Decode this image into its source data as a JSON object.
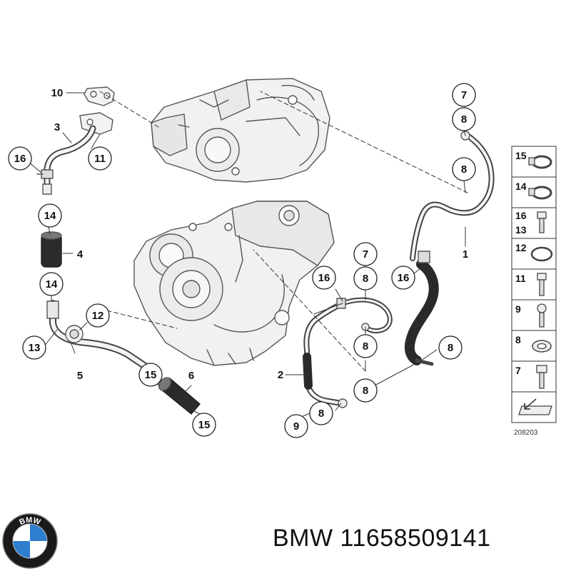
{
  "diagram": {
    "callouts": [
      {
        "id": "c10",
        "label": "10"
      },
      {
        "id": "c3",
        "label": "3"
      },
      {
        "id": "c16a",
        "label": "16"
      },
      {
        "id": "c11",
        "label": "11"
      },
      {
        "id": "c14a",
        "label": "14"
      },
      {
        "id": "c4",
        "label": "4"
      },
      {
        "id": "c14b",
        "label": "14"
      },
      {
        "id": "c12",
        "label": "12"
      },
      {
        "id": "c13",
        "label": "13"
      },
      {
        "id": "c5",
        "label": "5"
      },
      {
        "id": "c15a",
        "label": "15"
      },
      {
        "id": "c6",
        "label": "6"
      },
      {
        "id": "c15b",
        "label": "15"
      },
      {
        "id": "c7a",
        "label": "7"
      },
      {
        "id": "c8a",
        "label": "8"
      },
      {
        "id": "c8b",
        "label": "8"
      },
      {
        "id": "c1",
        "label": "1"
      },
      {
        "id": "c16b",
        "label": "16"
      },
      {
        "id": "c7b",
        "label": "7"
      },
      {
        "id": "c8c",
        "label": "8"
      },
      {
        "id": "c16c",
        "label": "16"
      },
      {
        "id": "c8d",
        "label": "8"
      },
      {
        "id": "c8e",
        "label": "8"
      },
      {
        "id": "c2",
        "label": "2"
      },
      {
        "id": "c8f",
        "label": "8"
      },
      {
        "id": "c8g",
        "label": "8"
      },
      {
        "id": "c9",
        "label": "9"
      }
    ],
    "legend": [
      {
        "label": "15"
      },
      {
        "label": "14"
      },
      {
        "label": "16",
        "label2": "13"
      },
      {
        "label": "12"
      },
      {
        "label": "11"
      },
      {
        "label": "9"
      },
      {
        "label": "8"
      },
      {
        "label": "7"
      },
      {
        "label": ""
      }
    ],
    "diagram_number": "208203"
  },
  "brand": {
    "logo_text": "BMW",
    "label": "BMW 11658509141"
  }
}
